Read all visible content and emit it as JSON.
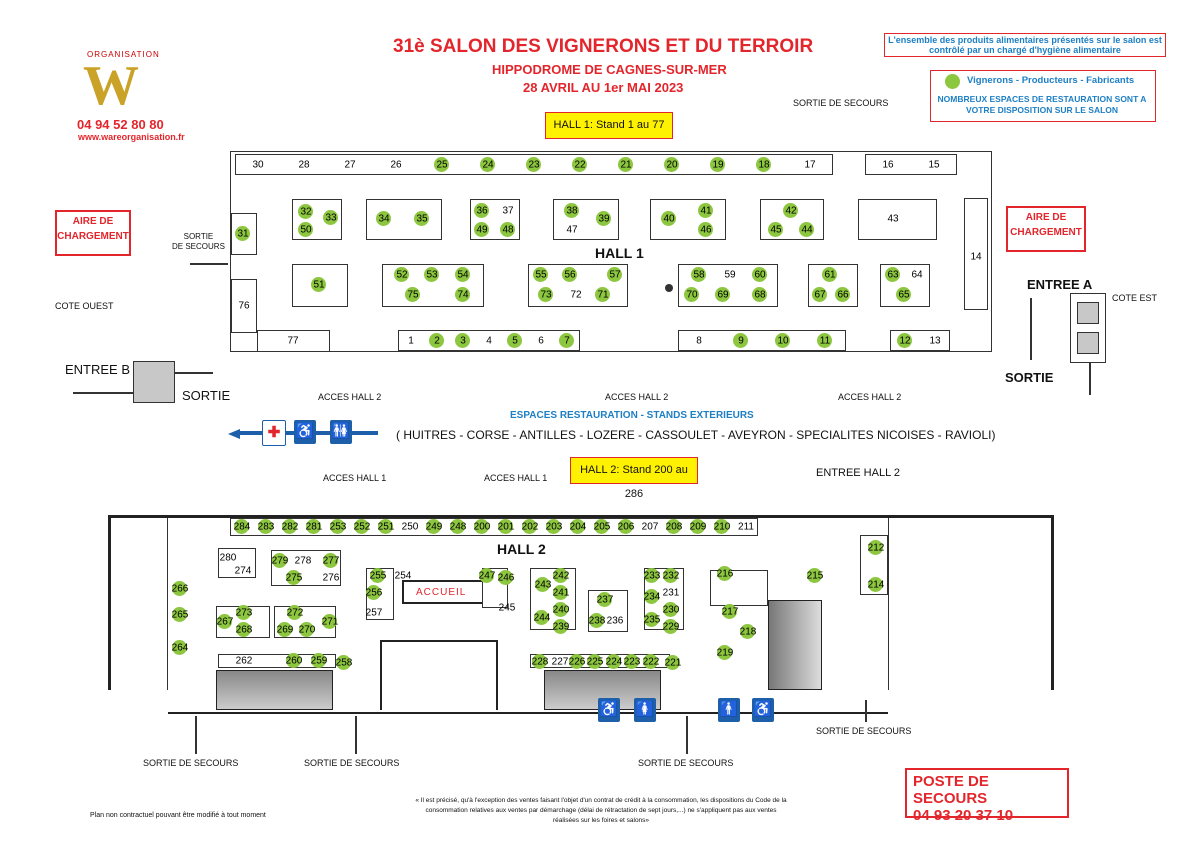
{
  "header": {
    "title": "31è SALON DES VIGNERONS ET DU TERROIR",
    "venue": "HIPPODROME DE CAGNES-SUR-MER",
    "dates": "28 AVRIL AU 1er MAI 2023"
  },
  "logo": {
    "brand": "ORGANISATION",
    "letter": "W",
    "phone": "04 94 52 80 80",
    "url": "www.wareorganisation.fr"
  },
  "notice_top": "L'ensemble des produits alimentaires présentés sur le salon est contrôlé par un chargé d'hygiène alimentaire",
  "legend": {
    "green_label": "Vignerons - Producteurs - Fabricants",
    "restaurants": "NOMBREUX ESPACES DE RESTAURATION SONT A VOTRE DISPOSITION SUR LE SALON"
  },
  "hall1": {
    "banner": "HALL 1: Stand 1 au 77",
    "title": "HALL 1",
    "top_row": [
      "30",
      "28",
      "27",
      "26",
      "25",
      "24",
      "23",
      "22",
      "21",
      "20",
      "19",
      "18",
      "17"
    ],
    "top_right": [
      "16",
      "15"
    ],
    "bottom_row": [
      "1",
      "2",
      "3",
      "4",
      "5",
      "6",
      "7"
    ],
    "bottom_mid": [
      "8",
      "9",
      "10",
      "11"
    ],
    "bottom_right": [
      "12",
      "13"
    ],
    "left": [
      "31",
      "76",
      "77"
    ],
    "right": [
      "14",
      "43"
    ],
    "islands": [
      "32",
      "33",
      "50",
      "34",
      "35",
      "36",
      "37",
      "49",
      "48",
      "38",
      "39",
      "47",
      "40",
      "41",
      "46",
      "42",
      "45",
      "44",
      "51",
      "52",
      "53",
      "54",
      "75",
      "74",
      "55",
      "56",
      "57",
      "73",
      "72",
      "71",
      "58",
      "59",
      "60",
      "70",
      "69",
      "68",
      "61",
      "67",
      "66",
      "63",
      "64",
      "65"
    ]
  },
  "hall2": {
    "banner": "HALL 2: Stand 200 au 286",
    "title": "HALL 2",
    "top_row": [
      "284",
      "283",
      "282",
      "281",
      "253",
      "252",
      "251",
      "250",
      "249",
      "248",
      "200",
      "201",
      "202",
      "203",
      "204",
      "205",
      "206",
      "207",
      "208",
      "209",
      "210",
      "211"
    ],
    "accueil": "ACCUEIL",
    "stands": [
      "280",
      "274",
      "279",
      "278",
      "277",
      "275",
      "276",
      "266",
      "265",
      "264",
      "267",
      "273",
      "268",
      "272",
      "269",
      "270",
      "271",
      "262",
      "260",
      "259",
      "258",
      "255",
      "254",
      "256",
      "257",
      "247",
      "246",
      "245",
      "243",
      "242",
      "241",
      "240",
      "244",
      "239",
      "237",
      "238",
      "236",
      "233",
      "232",
      "231",
      "234",
      "230",
      "235",
      "229",
      "228",
      "227",
      "226",
      "225",
      "224",
      "223",
      "222",
      "221",
      "216",
      "215",
      "217",
      "218",
      "219",
      "212",
      "214"
    ]
  },
  "labels": {
    "aire": "AIRE DE CHARGEMENT",
    "sortie_secours": "SORTIE DE SECOURS",
    "sortie_de_secours_left": "SORTIE\nDE SECOURS",
    "cote_ouest": "COTE OUEST",
    "cote_est": "COTE EST",
    "entree_a": "ENTREE A",
    "entree_b": "ENTREE B",
    "sortie": "SORTIE",
    "acces_hall2": "ACCES HALL 2",
    "acces_hall1": "ACCES HALL 1",
    "entree_hall2": "ENTREE HALL 2"
  },
  "restauration": {
    "title": "ESPACES RESTAURATION - STANDS EXTERIEURS",
    "list": "( HUITRES - CORSE - ANTILLES - LOZERE - CASSOULET - AVEYRON - SPECIALITES NICOISES - RAVIOLI)"
  },
  "poste_secours": {
    "title": "POSTE DE SECOURS",
    "phone": "04 93 20 37 10"
  },
  "footer": {
    "left": "Plan non contractuel pouvant être modifié à tout moment",
    "legal": "« Il est précisé, qu'à l'exception des ventes faisant l'objet d'un contrat de crédit à la consommation, les dispositions du Code de la consommation relatives aux ventes par démarchage (délai de rétractation de sept jours,...) ne s'appliquent pas aux ventes réalisées sur les foires et salons»"
  },
  "colors": {
    "green": "#8dc63f",
    "red": "#e3262c",
    "blue": "#1d7fc4",
    "banner": "#fff200"
  }
}
